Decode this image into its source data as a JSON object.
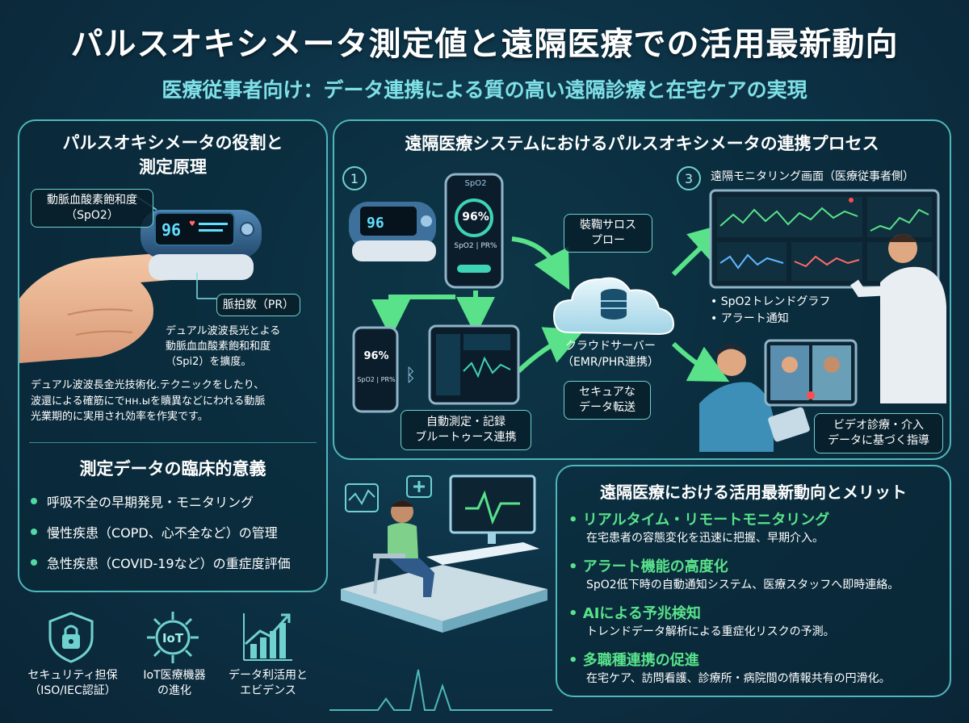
{
  "header": {
    "title": "パルスオキシメータ測定値と遠隔医療での活用最新動向",
    "subtitle": "医療従事者向け：データ連携による質の高い遠隔診療と在宅ケアの実現"
  },
  "left_panel": {
    "title_line1": "パルスオキシメータの役割と",
    "title_line2": "測定原理",
    "spo2_label_line1": "動脈血酸素飽和度",
    "spo2_label_line2": "（SpO2）",
    "pr_label": "脈拍数（PR）",
    "device_reading": "96",
    "principle_line1": "デュアル波波長光とよる",
    "principle_line2": "動脈血血酸素飽和和度",
    "principle_line3": "（Spi2）を擴度。",
    "tech_line1": "デュアル波波長金光技術化.テクニックをしたり、",
    "tech_line2": "波還による確筋にでнн.ыを贖異などにわれる動脈",
    "tech_line3": "光業期的に実用され効率を作実です。",
    "clinical_title": "測定データの臨床的意義",
    "clinical_items": [
      "呼吸不全の早期発見・モニタリング",
      "慢性疾患（COPD、心不全など）の管理",
      "急性疾患（COVID-19など）の重症度評価"
    ]
  },
  "process_panel": {
    "title": "遠隔医療システムにおけるパルスオキシメータの連携プロセス",
    "step1": "1",
    "step3": "3",
    "phone_header": "SpO2",
    "phone_value": "96%",
    "phone_footer": "SpO2 | PR%",
    "mini_phone_value": "96%",
    "mini_phone_footer": "SpO2 | PR%",
    "upload_line1": "裝鞫サロス",
    "upload_line2": "プロー",
    "cloud_line1": "クラウドサーバー",
    "cloud_line2": "（EMR/PHR連携）",
    "secure_line1": "セキュアな",
    "secure_line2": "データ転送",
    "auto_line1": "自動測定・記録",
    "auto_line2": "ブルートゥース連携",
    "monitor_title": "遠隔モニタリング画面（医療従事者側）",
    "monitor_items": [
      "SpO2トレンドグラフ",
      "アラート通知"
    ],
    "video_line1": "ビデオ診療・介入",
    "video_line2": "データに基づく指導"
  },
  "trends_panel": {
    "title": "遠隔医療における活用最新動向とメリット",
    "items": [
      {
        "heading": "リアルタイム・リモートモニタリング",
        "desc": "在宅患者の容態変化を迅速に把握、早期介入。"
      },
      {
        "heading": "アラート機能の高度化",
        "desc": "SpO2低下時の自動通知システム、医療スタッフへ即時連絡。"
      },
      {
        "heading": "AIによる予兆検知",
        "desc": "トレンドデータ解析による重症化リスクの予測。"
      },
      {
        "heading": "多職種連携の促進",
        "desc": "在宅ケア、訪問看護、診療所・病院間の情報共有の円滑化。"
      }
    ]
  },
  "bottom_icons": [
    {
      "line1": "セキュリティ担保",
      "line2": "（ISO/IEC認証）"
    },
    {
      "line1": "IoT医療機器",
      "line2": "の進化",
      "icon_text": "IoT"
    },
    {
      "line1": "データ利活用と",
      "line2": "エビデンス"
    }
  ],
  "colors": {
    "background": "#0d3347",
    "panel_border": "#4fb7b9",
    "accent_green": "#59e28a",
    "accent_cyan": "#7fe0e6"
  }
}
